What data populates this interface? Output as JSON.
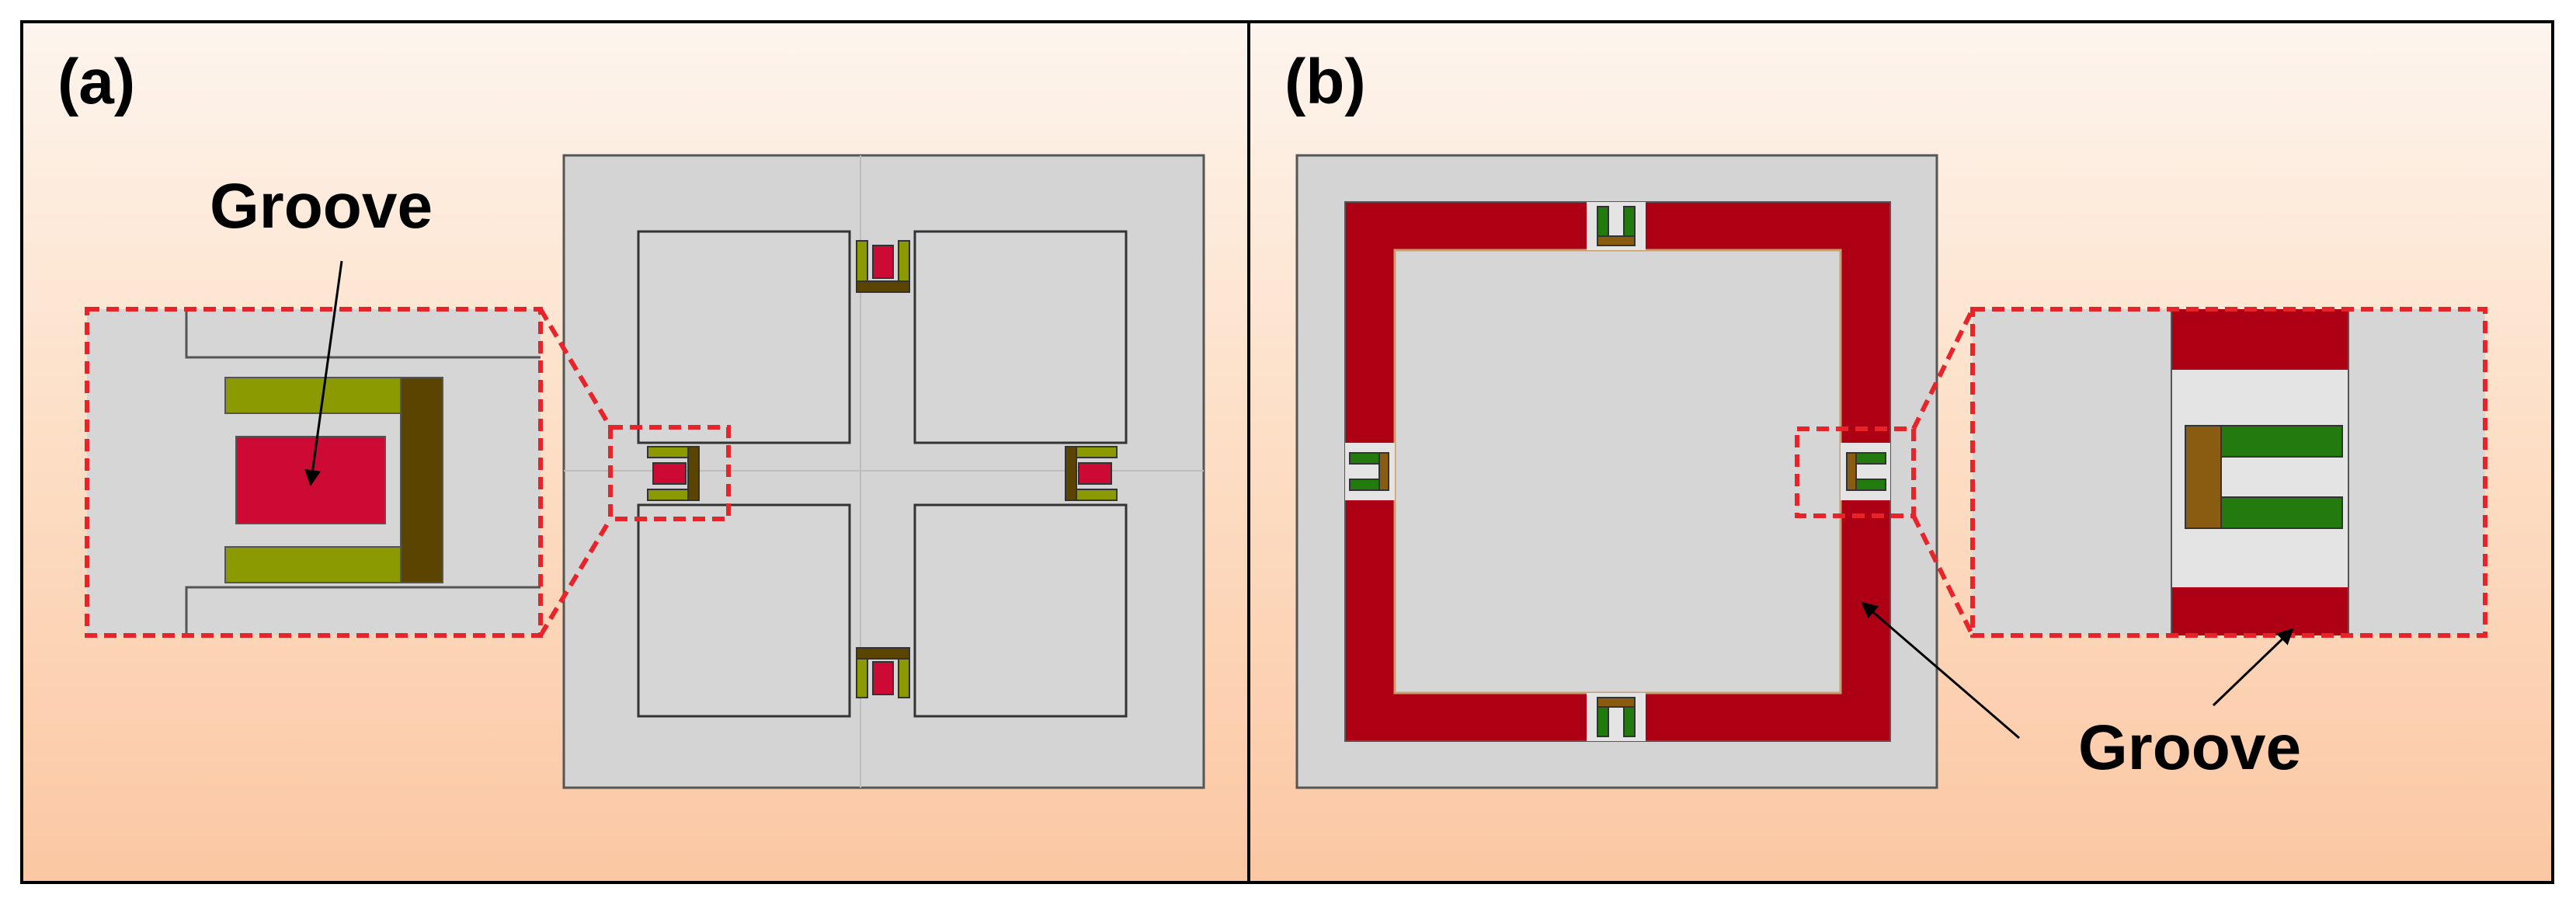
{
  "panels": [
    {
      "label": "(a)",
      "callout": "Groove"
    },
    {
      "label": "(b)",
      "callout": "Groove"
    }
  ],
  "colors": {
    "background_top": "#fdf5ee",
    "background_bottom": "#fbc7a3",
    "frame": "#000000",
    "substrate": "#d4d4d4",
    "zoom_box": "#e8242b",
    "olive_arm": "#8a9a00",
    "brown_bar": "#5a4400",
    "groove_red_a": "#cc0a33",
    "groove_red_b": "#ad0015",
    "green_arm": "#237a0e",
    "tan_bar": "#8a5c12"
  },
  "icons": [
    "arrow-icon"
  ]
}
